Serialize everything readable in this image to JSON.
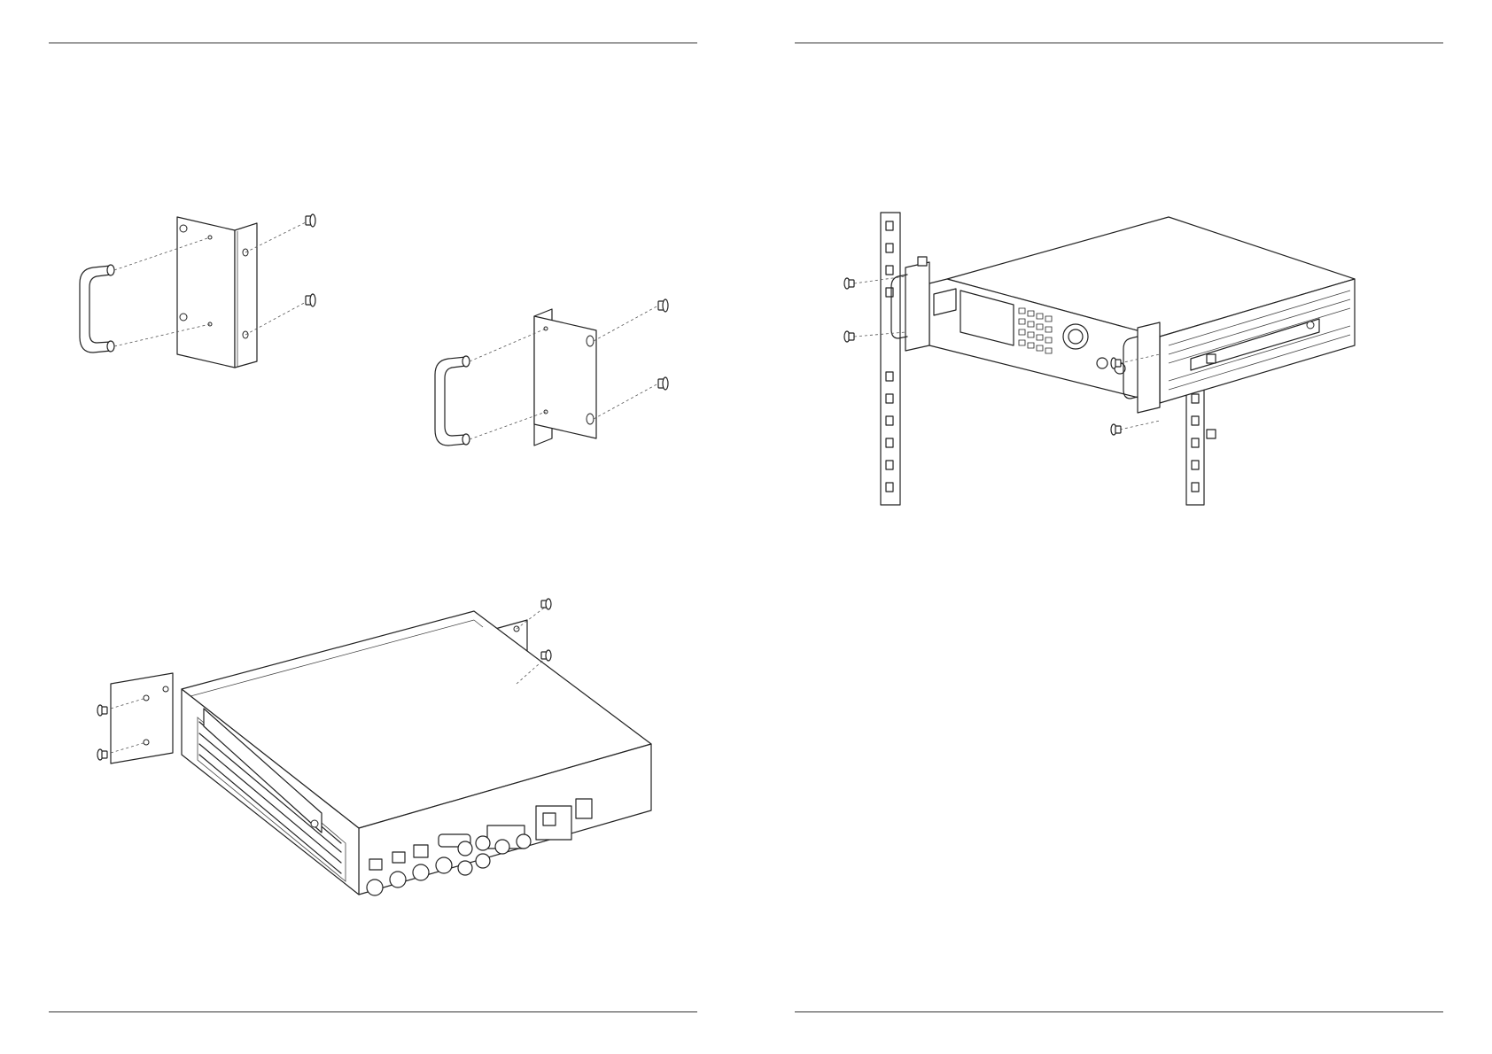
{
  "document": {
    "page_count": 2,
    "pages": [
      {
        "side": "left",
        "figures": [
          "rack-ear-bracket-left-with-handle",
          "rack-ear-bracket-right-with-handle",
          "instrument-rear-view-brackets-attached"
        ]
      },
      {
        "side": "right",
        "figures": [
          "instrument-mounted-in-rack"
        ]
      }
    ]
  }
}
